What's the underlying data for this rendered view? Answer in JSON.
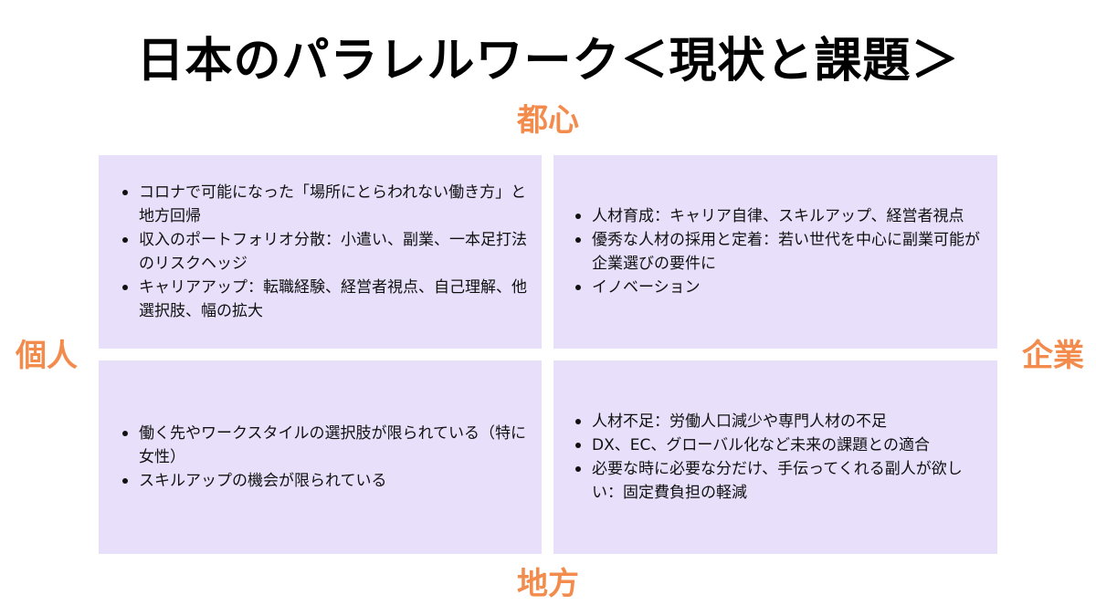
{
  "title": "日本のパラレルワーク＜現状と課題＞",
  "axes": {
    "top": "都心",
    "bottom": "地方",
    "left": "個人",
    "right": "企業"
  },
  "quadrants": {
    "top_left": {
      "items": [
        "コロナで可能になった「場所にとらわれない働き方」と地方回帰",
        "収入のポートフォリオ分散：小遣い、副業、一本足打法のリスクヘッジ",
        "キャリアアップ：転職経験、経営者視点、自己理解、他選択肢、幅の拡大"
      ]
    },
    "top_right": {
      "items": [
        "人材育成：キャリア自律、スキルアップ、経営者視点",
        "優秀な人材の採用と定着：若い世代を中心に副業可能が企業選びの要件に",
        "イノベーション"
      ]
    },
    "bottom_left": {
      "items": [
        " 働く先やワークスタイルの選択肢が限られている（特に女性）",
        "スキルアップの機会が限られている"
      ]
    },
    "bottom_right": {
      "items": [
        "人材不足：労働人口減少や専門人材の不足",
        "DX、EC、グローバル化など未来の課題との適合",
        " 必要な時に必要な分だけ、手伝ってくれる副人が欲しい：固定費負担の軽減"
      ]
    }
  },
  "colors": {
    "accent": "#f28b4b",
    "quadrant_bg": "#e8e0fa",
    "title": "#000000"
  }
}
